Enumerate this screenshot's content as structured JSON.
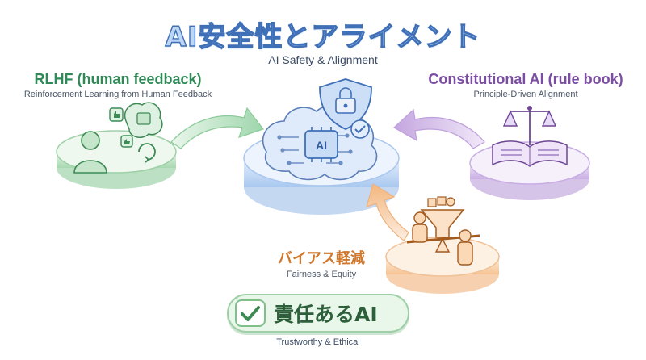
{
  "title": {
    "jp": "AI安全性とアライメント",
    "en": "AI Safety & Alignment"
  },
  "center": {
    "chip_label": "AI"
  },
  "nodes": {
    "rlhf": {
      "title": "RLHF (human feedback)",
      "subtitle": "Reinforcement Learning from Human Feedback"
    },
    "constitutional": {
      "title": "Constitutional AI (rule book)",
      "subtitle": "Principle-Driven Alignment"
    },
    "bias": {
      "title": "バイアス軽減",
      "subtitle": "Fairness & Equity"
    }
  },
  "outcome": {
    "label": "責任あるAI",
    "subtitle": "Trustworthy & Ethical"
  },
  "colors": {
    "rlhf": "#2f8a57",
    "constitutional": "#7b4ea3",
    "bias": "#d0772b",
    "center": "#5b8ed6",
    "outcome": "#2c5f3a"
  }
}
